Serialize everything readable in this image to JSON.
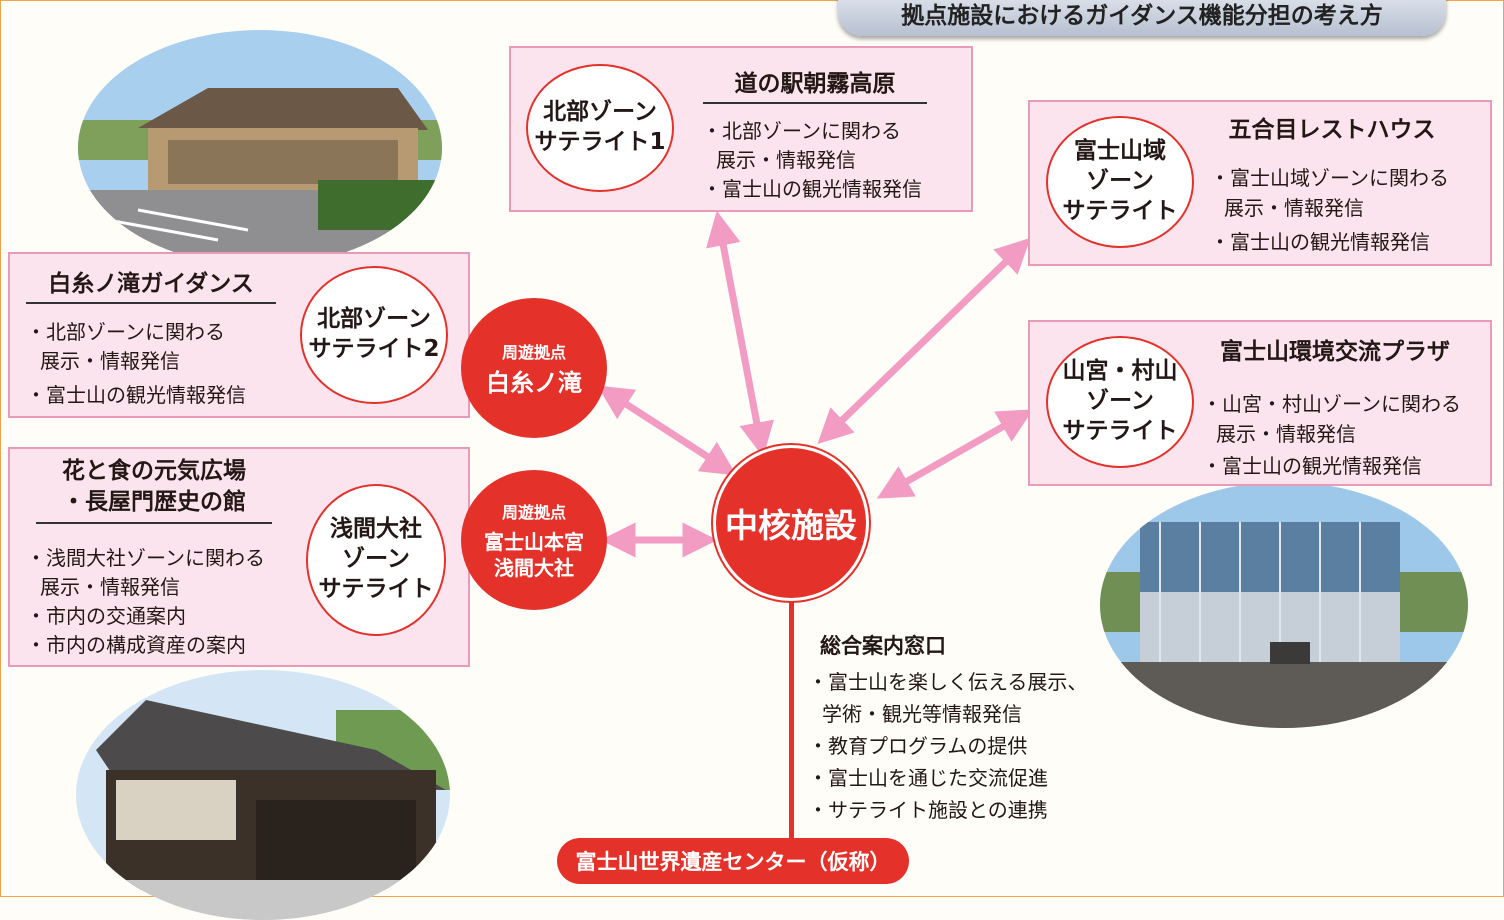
{
  "title": "拠点施設におけるガイダンス機能分担の考え方",
  "colors": {
    "accent_red": "#e4322b",
    "box_pink": "#fce4ee",
    "box_border": "#e89ab8",
    "arrow_pink": "#f29cc4"
  },
  "center": {
    "core_label": "中核施設",
    "facility_name": "富士山世界遺産センター（仮称）",
    "services_title": "総合案内窓口",
    "services": [
      "・富士山を楽しく伝える展示、",
      "学術・観光等情報発信",
      "・教育プログラムの提供",
      "・富士山を通じた交流促進",
      "・サテライト施設との連携"
    ]
  },
  "hubs": [
    {
      "small": "周遊拠点",
      "name": "白糸ノ滝"
    },
    {
      "small": "周遊拠点",
      "name_lines": [
        "富士山本宮",
        "浅間大社"
      ]
    }
  ],
  "satellites": {
    "north1": {
      "zone_lines": [
        "北部ゾーン",
        "サテライト1"
      ],
      "facility": "道の駅朝霧高原",
      "lines": [
        "・北部ゾーンに関わる",
        "展示・情報発信",
        "・富士山の観光情報発信"
      ]
    },
    "fujisan": {
      "zone_lines": [
        "富士山域",
        "ゾーン",
        "サテライト"
      ],
      "facility": "五合目レストハウス",
      "lines": [
        "・富士山域ゾーンに関わる",
        "展示・情報発信",
        "・富士山の観光情報発信"
      ]
    },
    "north2": {
      "zone_lines": [
        "北部ゾーン",
        "サテライト2"
      ],
      "facility": "白糸ノ滝ガイダンス",
      "lines": [
        "・北部ゾーンに関わる",
        "展示・情報発信",
        "・富士山の観光情報発信"
      ]
    },
    "yamamiya": {
      "zone_lines": [
        "山宮・村山",
        "ゾーン",
        "サテライト"
      ],
      "facility": "富士山環境交流プラザ",
      "lines": [
        "・山宮・村山ゾーンに関わる",
        "展示・情報発信",
        "・富士山の観光情報発信"
      ]
    },
    "sengen": {
      "zone_lines": [
        "浅間大社",
        "ゾーン",
        "サテライト"
      ],
      "facility_lines": [
        "花と食の元気広場",
        "・長屋門歴史の館"
      ],
      "lines": [
        "・浅間大社ゾーンに関わる",
        "展示・情報発信",
        "・市内の交通案内",
        "・市内の構成資産の案内"
      ]
    }
  }
}
